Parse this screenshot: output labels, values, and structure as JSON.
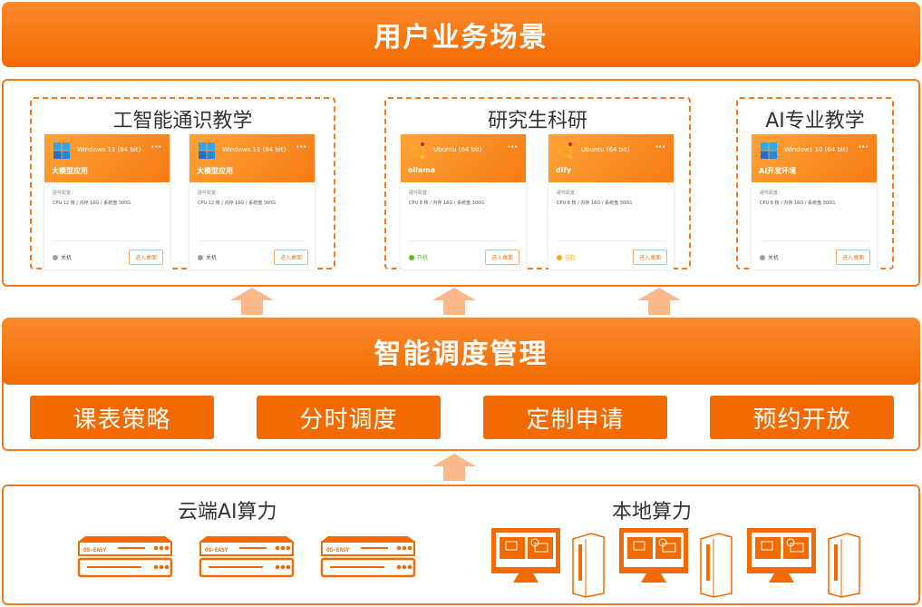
{
  "top": {
    "title": "用户业务场景"
  },
  "groups": [
    {
      "title": "工智能通识教学",
      "cards": [
        {
          "os": "Windows 11 (64 bit)",
          "os_icon": "windows-icon",
          "name": "大模型应用",
          "config_label": "硬件配置：",
          "config": "CPU 12 核 / 内存 16G / 系统盘 300G",
          "status": "关机",
          "status_color": "#9e9e9e",
          "action": "进入桌面"
        },
        {
          "os": "Windows 11 (64 bit)",
          "os_icon": "windows-icon",
          "name": "大模型应用",
          "config_label": "硬件配置：",
          "config": "CPU 12 核 / 内存 16G / 系统盘 300G",
          "status": "关机",
          "status_color": "#9e9e9e",
          "action": "进入桌面"
        }
      ]
    },
    {
      "title": "研究生科研",
      "cards": [
        {
          "os": "Ubuntu (64 bit)",
          "os_icon": "ubuntu-icon",
          "name": "ollama",
          "config_label": "硬件配置：",
          "config": "CPU 8 核 / 内存 16G / 系统盘 300G",
          "status": "开机",
          "status_color": "#52c41a",
          "action": "进入桌面"
        },
        {
          "os": "Ubuntu (64 bit)",
          "os_icon": "ubuntu-icon",
          "name": "dify",
          "config_label": "硬件配置：",
          "config": "CPU 8 核 / 内存 16G / 系统盘 300G",
          "status": "挂起",
          "status_color": "#faad14",
          "action": "进入桌面"
        }
      ]
    },
    {
      "title": "AI专业教学",
      "cards": [
        {
          "os": "Windows 10 (64 bit)",
          "os_icon": "windows-icon",
          "name": "AI开发环境",
          "config_label": "硬件配置：",
          "config": "CPU 8 核 / 内存 16G / 系统盘 300G",
          "status": "关机",
          "status_color": "#9e9e9e",
          "action": "进入桌面"
        }
      ]
    }
  ],
  "middle": {
    "title": "智能调度管理",
    "buttons": [
      "课表策略",
      "分时调度",
      "定制申请",
      "预约开放"
    ]
  },
  "bottom": {
    "cloud_label": "云端AI算力",
    "local_label": "本地算力",
    "server_brand": "OS-EASY"
  },
  "colors": {
    "accent": "#f26a00",
    "arrow": "#fbb88a"
  }
}
